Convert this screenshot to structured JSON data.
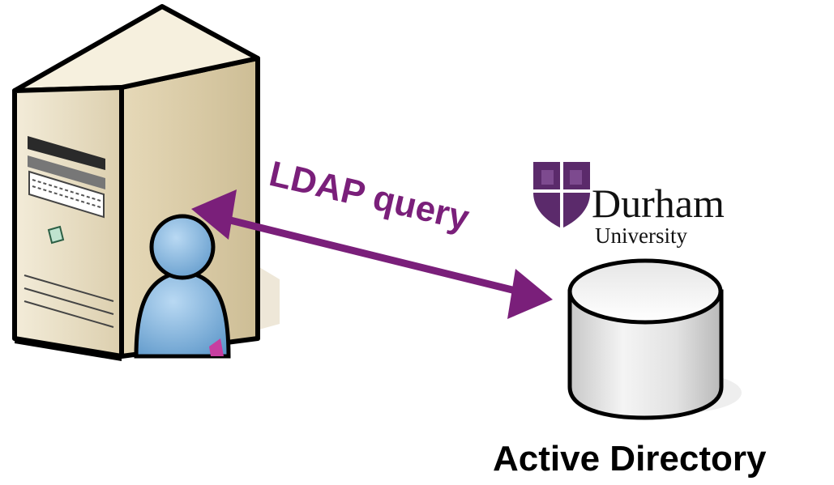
{
  "diagram": {
    "connection_label": "LDAP query",
    "organization": {
      "name": "Durham",
      "subtitle": "University"
    },
    "database_caption": "Active Directory",
    "icons": {
      "server": "server-tower-icon",
      "user": "user-person-icon",
      "arrow": "double-arrow-icon",
      "database": "database-cylinder-icon",
      "crest": "university-crest-icon"
    },
    "colors": {
      "arrow": "#7a1f7a",
      "crest": "#5b2a6b",
      "user": "#6fa8d8",
      "server": "#e8dcc0"
    }
  }
}
